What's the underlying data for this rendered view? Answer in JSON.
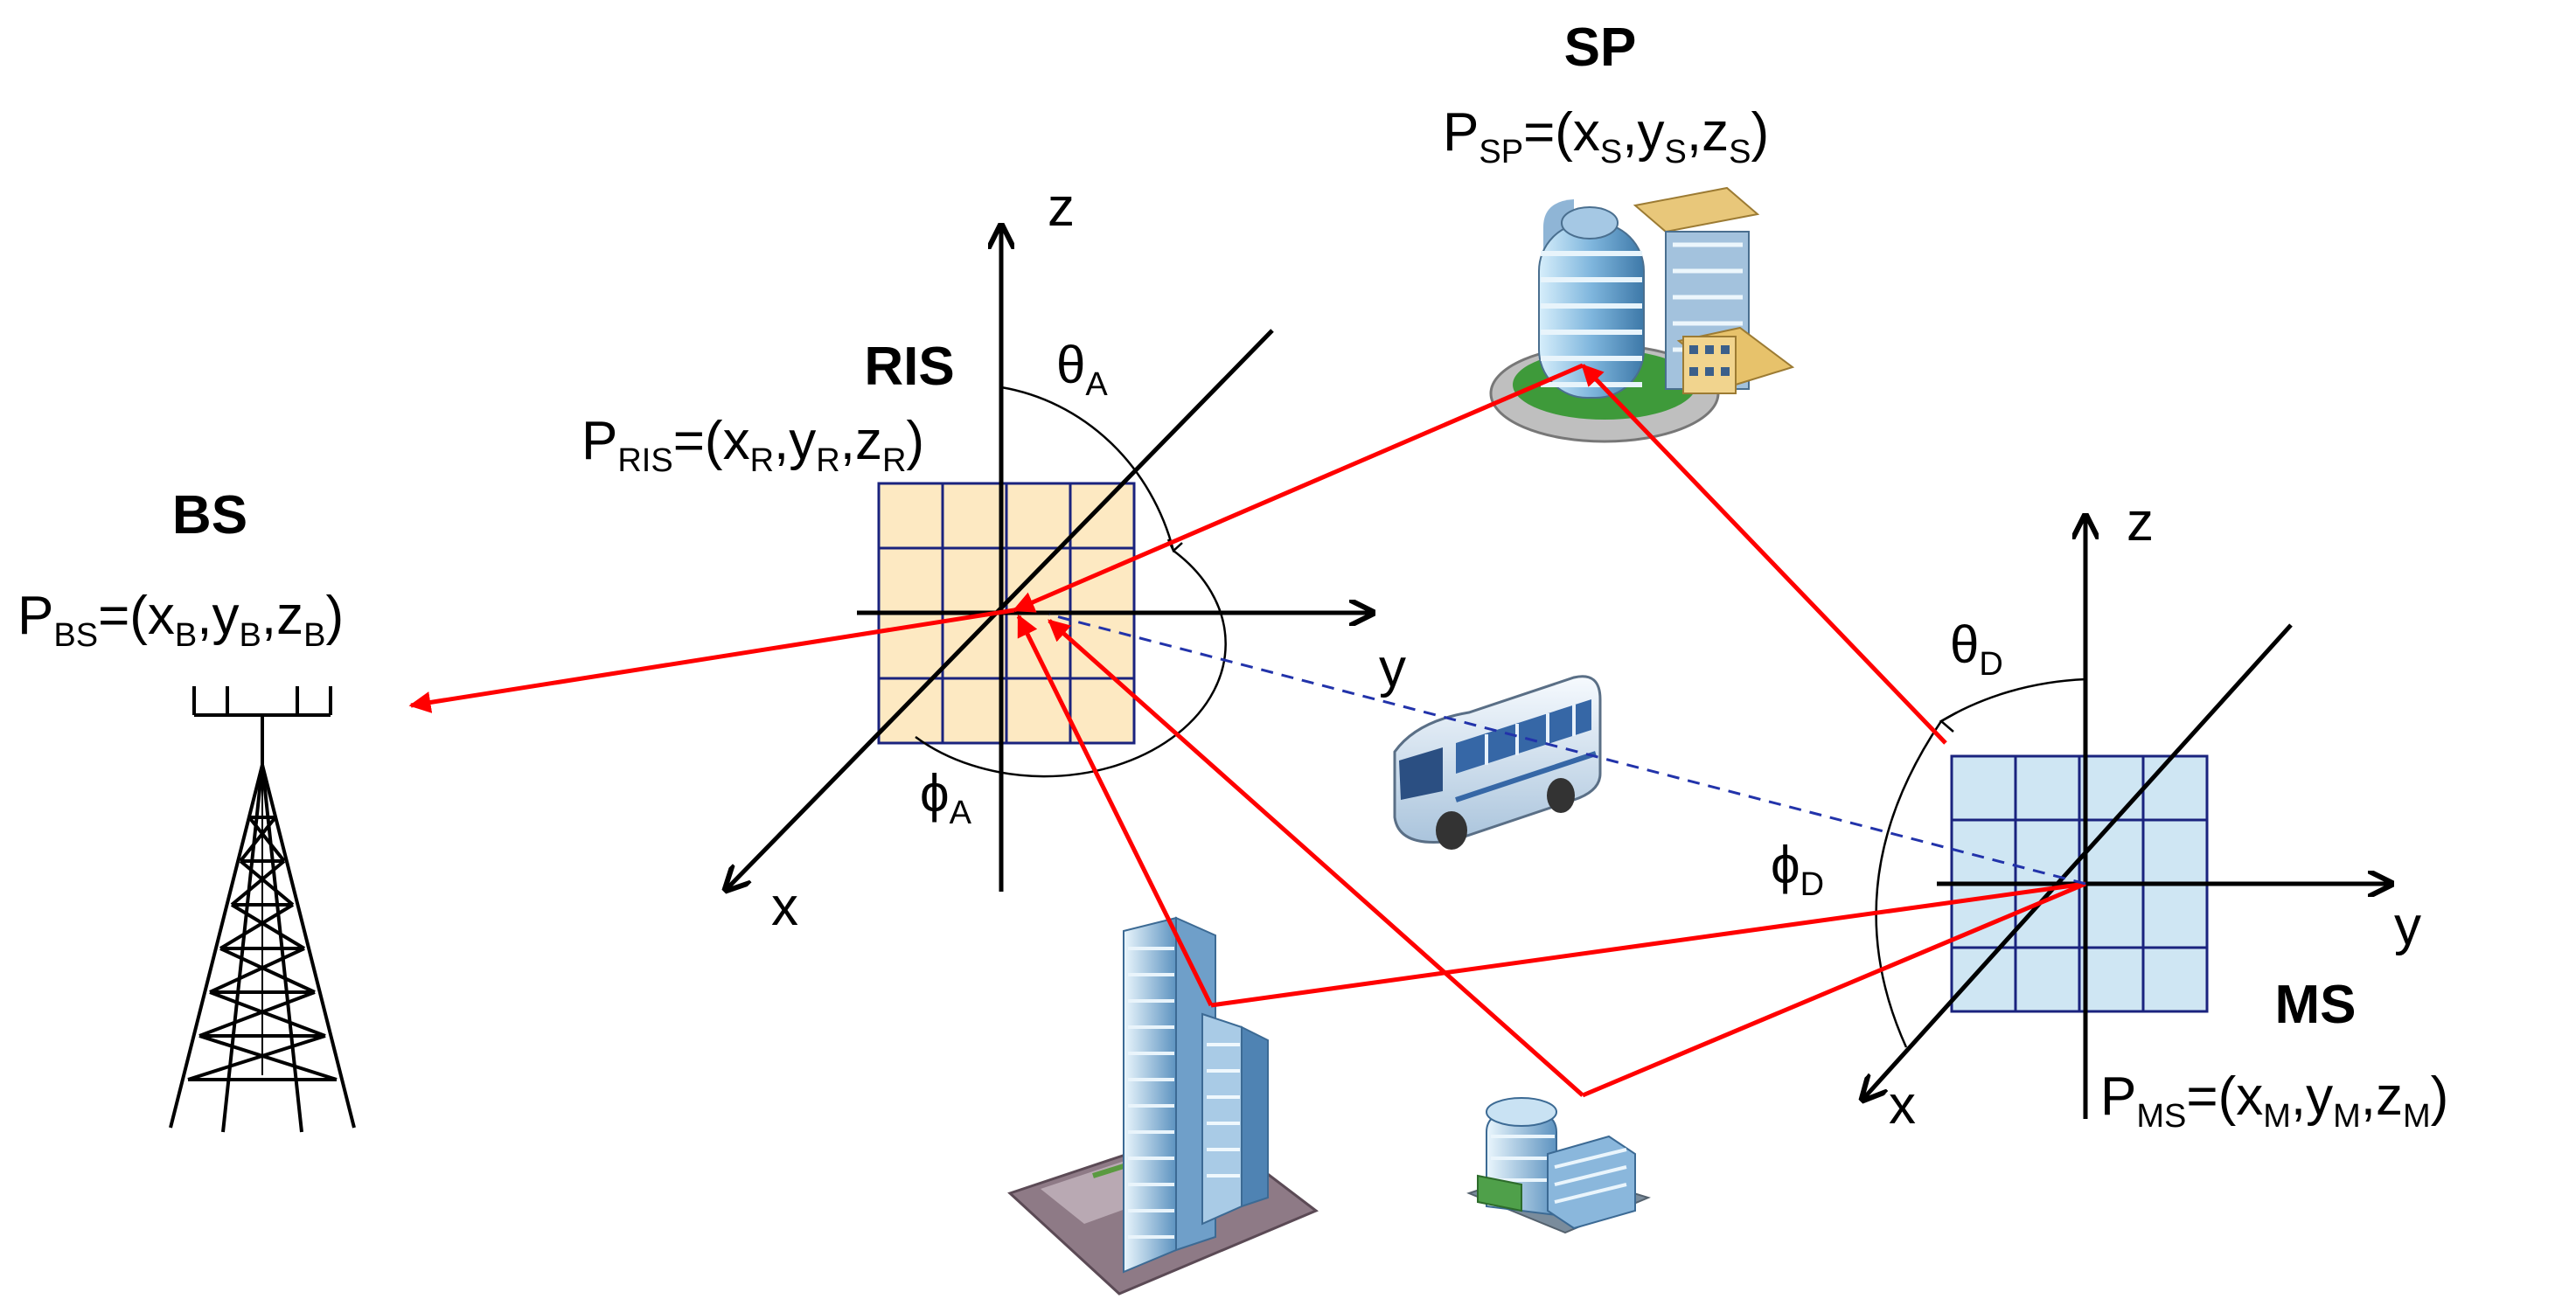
{
  "nodes": {
    "bs": {
      "title": "BS",
      "pos_prefix": "P",
      "pos_sub": "BS",
      "coords": [
        [
          "x",
          "B"
        ],
        [
          "y",
          "B"
        ],
        [
          "z",
          "B"
        ]
      ]
    },
    "ris": {
      "title": "RIS",
      "pos_prefix": "P",
      "pos_sub": "RIS",
      "coords": [
        [
          "x",
          "R"
        ],
        [
          "y",
          "R"
        ],
        [
          "z",
          "R"
        ]
      ]
    },
    "sp": {
      "title": "SP",
      "pos_prefix": "P",
      "pos_sub": "SP",
      "coords": [
        [
          "x",
          "S"
        ],
        [
          "y",
          "S"
        ],
        [
          "z",
          "S"
        ]
      ]
    },
    "ms": {
      "title": "MS",
      "pos_prefix": "P",
      "pos_sub": "MS",
      "coords": [
        [
          "x",
          "M"
        ],
        [
          "y",
          "M"
        ],
        [
          "z",
          "M"
        ]
      ]
    }
  },
  "axes": {
    "ris": {
      "x": "x",
      "y": "y",
      "z": "z"
    },
    "ms": {
      "x": "x",
      "y": "y",
      "z": "z"
    }
  },
  "angles": {
    "theta_a": {
      "sym": "θ",
      "sub": "A"
    },
    "phi_a": {
      "sym": "ϕ",
      "sub": "A"
    },
    "theta_d": {
      "sym": "θ",
      "sub": "D"
    },
    "phi_d": {
      "sym": "ϕ",
      "sub": "D"
    }
  },
  "colors": {
    "path": "#ff0000",
    "los": "#2233aa",
    "ris_panel": "#fde9c2",
    "ms_panel": "#cfe6f3",
    "grid_line": "#1a237e"
  }
}
